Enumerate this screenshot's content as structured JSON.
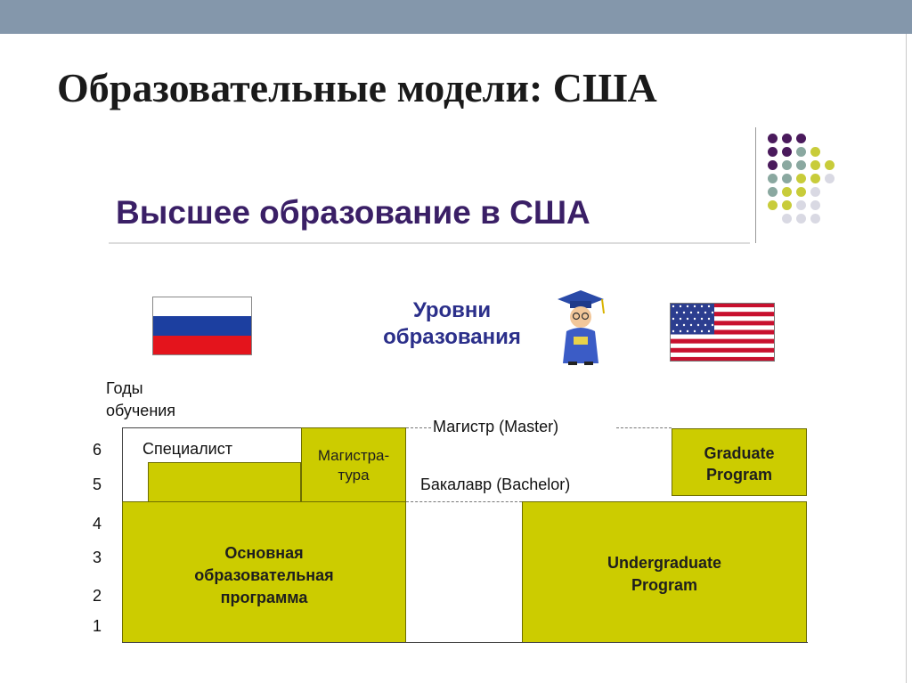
{
  "slide": {
    "title": "Образовательные модели: США"
  },
  "diagram": {
    "heading": "Высшее образование в США",
    "levels_title": "Уровни образования",
    "years_label": "Годы обучения",
    "year_ticks": [
      "1",
      "2",
      "3",
      "4",
      "5",
      "6"
    ],
    "russia": {
      "specialist_label": "Специалист",
      "magistratura_label": "Магистра-тура",
      "main_program_label": "Основная образовательная программа"
    },
    "usa": {
      "master_label": "Магистр (Master)",
      "bachelor_label": "Бакалавр (Bachelor)",
      "graduate_label": "Graduate Program",
      "undergraduate_label": "Undergraduate Program"
    },
    "colors": {
      "program_fill": "#cccc00",
      "heading_color": "#3a1f66",
      "levels_color": "#2b2f8a"
    }
  }
}
